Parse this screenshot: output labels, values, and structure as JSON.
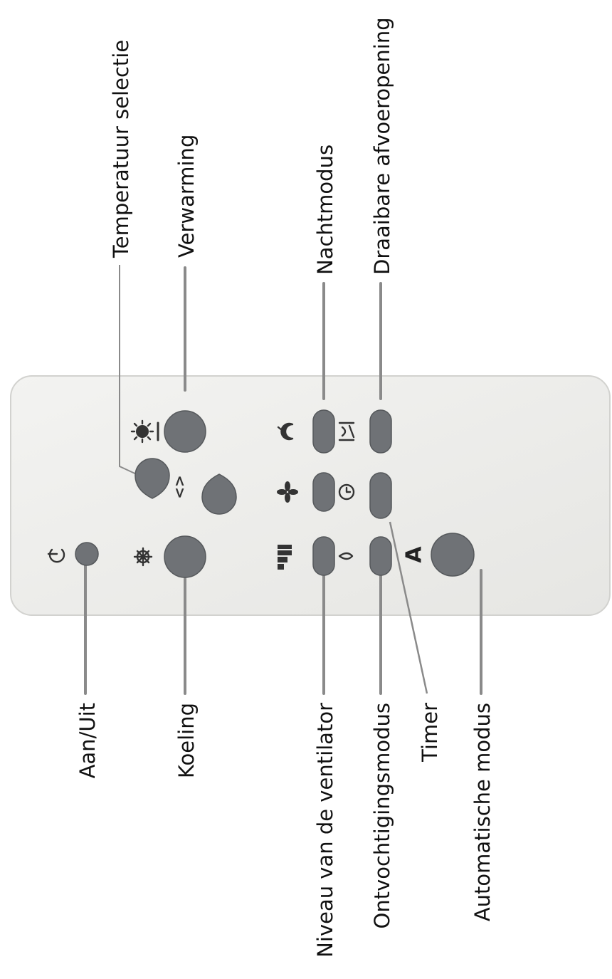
{
  "labels": {
    "power": "Aan/Uit",
    "cooling": "Koeling",
    "temperature": "Temperatuur selectie",
    "heating": "Verwarming",
    "fan_level": "Niveau van de ventilator",
    "dehumidify": "Ontvochtigingsmodus",
    "timer": "Timer",
    "auto": "Automatische modus",
    "night": "Nachtmodus",
    "vent": "Draaibare afvoeropening"
  },
  "panel_symbols": {
    "temperature_arrows": "<>",
    "auto": "A"
  },
  "icons": [
    "power-icon",
    "snowflake-icon",
    "sun-icon",
    "fan-level-icon",
    "fan-icon",
    "night-icon",
    "drop-icon",
    "clock-icon",
    "vent-icon"
  ]
}
